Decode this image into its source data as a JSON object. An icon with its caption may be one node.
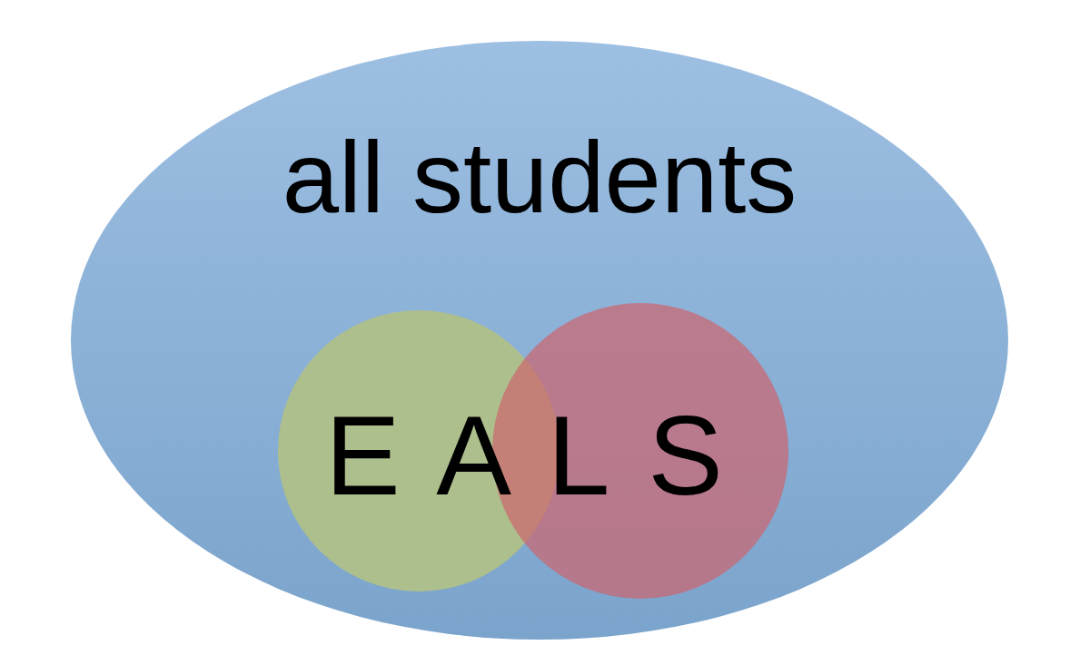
{
  "diagram": {
    "nodes": [
      {
        "text": [
          "all students"
        ]
      },
      {
        "text": [],
        "shape": "circle",
        "in": 0
      },
      {
        "text": [],
        "shape": "circle",
        "in": 0
      }
    ],
    "labels": [
      "E A L S"
    ]
  }
}
